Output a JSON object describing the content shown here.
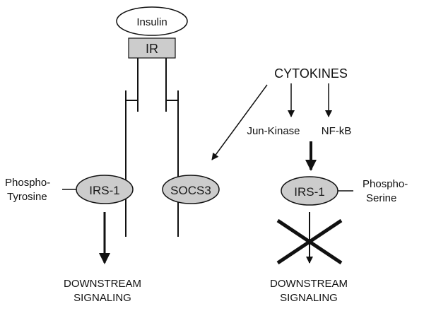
{
  "nodes": {
    "insulin": "Insulin",
    "ir": "IR",
    "irs1_left": "IRS-1",
    "socs3": "SOCS3",
    "irs1_right": "IRS-1"
  },
  "labels": {
    "cytokines": "CYTOKINES",
    "jun_kinase": "Jun-Kinase",
    "nfkb": "NF-kB",
    "phospho_tyrosine_1": "Phospho-",
    "phospho_tyrosine_2": "Tyrosine",
    "phospho_serine_1": "Phospho-",
    "phospho_serine_2": "Serine",
    "downstream_left_1": "DOWNSTREAM",
    "downstream_left_2": "SIGNALING",
    "downstream_right_1": "DOWNSTREAM",
    "downstream_right_2": "SIGNALING"
  },
  "colors": {
    "node_fill": "#cccccc",
    "line": "#111111",
    "background": "#ffffff"
  }
}
